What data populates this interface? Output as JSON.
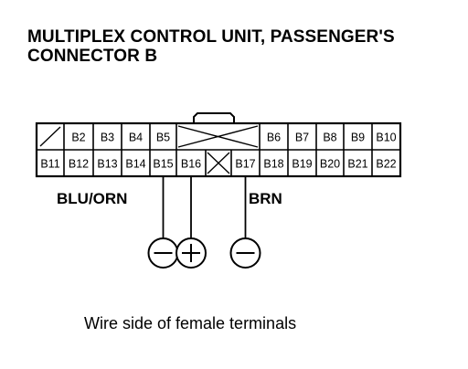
{
  "title": {
    "line1": "MULTIPLEX CONTROL UNIT, PASSENGER'S",
    "line2": "CONNECTOR B"
  },
  "connector": {
    "top_row": [
      {
        "label": "",
        "type": "blank-slash"
      },
      {
        "label": "B2",
        "type": "pin"
      },
      {
        "label": "B3",
        "type": "pin"
      },
      {
        "label": "B4",
        "type": "pin"
      },
      {
        "label": "B5",
        "type": "pin"
      },
      {
        "label": "",
        "type": "cross-wide"
      },
      {
        "label": "B6",
        "type": "pin"
      },
      {
        "label": "B7",
        "type": "pin"
      },
      {
        "label": "B8",
        "type": "pin"
      },
      {
        "label": "B9",
        "type": "pin"
      },
      {
        "label": "B10",
        "type": "pin"
      }
    ],
    "bottom_row": [
      {
        "label": "B11",
        "type": "pin"
      },
      {
        "label": "B12",
        "type": "pin"
      },
      {
        "label": "B13",
        "type": "pin"
      },
      {
        "label": "B14",
        "type": "pin"
      },
      {
        "label": "B15",
        "type": "pin"
      },
      {
        "label": "B16",
        "type": "pin"
      },
      {
        "label": "",
        "type": "cross"
      },
      {
        "label": "B17",
        "type": "pin"
      },
      {
        "label": "B18",
        "type": "pin"
      },
      {
        "label": "B19",
        "type": "pin"
      },
      {
        "label": "B20",
        "type": "pin"
      },
      {
        "label": "B21",
        "type": "pin"
      },
      {
        "label": "B22",
        "type": "pin"
      }
    ]
  },
  "wires": [
    {
      "label": "BLU/ORN",
      "pin": "B15",
      "symbol": "minus"
    },
    {
      "label": "",
      "pin": "B16",
      "symbol": "plus"
    },
    {
      "label": "BRN",
      "pin": "B17",
      "symbol": "minus"
    }
  ],
  "caption": "Wire side of female terminals"
}
